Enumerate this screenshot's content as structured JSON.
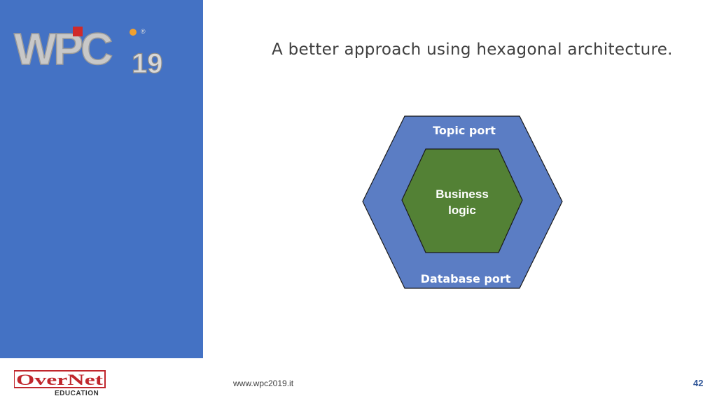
{
  "logo": {
    "brand_letters": "WPC",
    "brand_number": "19",
    "registered": "®"
  },
  "slide": {
    "title": "A better approach using hexagonal architecture."
  },
  "diagram": {
    "outer_top_label": "Topic port",
    "outer_bottom_label": "Database port",
    "inner_label_line1": "Business",
    "inner_label_line2": "logic",
    "outer_color": "#5b7dc4",
    "inner_color": "#538135"
  },
  "footer": {
    "url": "www.wpc2019.it",
    "page_number": "42",
    "company_name": "OverNet",
    "company_sub": "EDUCATION"
  },
  "colors": {
    "sidebar": "#4472c4",
    "accent_red": "#c0272d",
    "page_number": "#2f5597"
  }
}
